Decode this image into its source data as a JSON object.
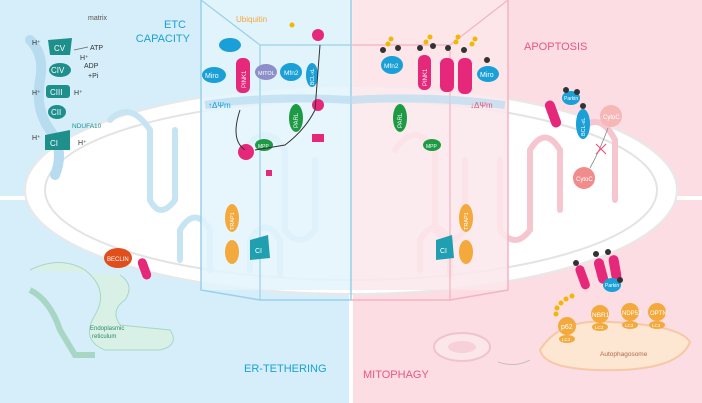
{
  "panels": {
    "etc": {
      "title_line1": "ETC",
      "title_line2": "CAPACITY",
      "color": "#1aa0d8"
    },
    "apoptosis": {
      "title": "APOPTOSIS",
      "color": "#e8577f"
    },
    "er": {
      "title": "ER-TETHERING",
      "color": "#1aa0d8"
    },
    "mitophagy": {
      "title": "MITOPHAGY",
      "color": "#e8577f"
    }
  },
  "etc_labels": {
    "matrix": "matrix",
    "atp": "ATP",
    "adp": "ADP",
    "pi": "+Pi",
    "hplus": "H⁺",
    "cv": "CV",
    "civ": "CIV",
    "ciii": "CIII",
    "cii": "CII",
    "ci": "CI",
    "ndufa10": "NDUFA10"
  },
  "center_left": {
    "ubiquitin": "Ubiquitin",
    "miro": "Miro",
    "pink1": "PINK1",
    "mitol": "MITOL",
    "mfn2": "Mfn2",
    "bclxl": "BCL-xL",
    "delta_up": "↑ΔΨm",
    "parl": "PARL",
    "mpp": "MPP",
    "trap1": "TRAP1",
    "ci": "CI"
  },
  "center_right": {
    "mfn2": "Mfn2",
    "pink1": "PINK1",
    "miro": "Miro",
    "delta_down": "↓ΔΨm",
    "parl": "PARL",
    "mpp": "MPP",
    "trap1": "TRAP1",
    "ci": "CI"
  },
  "apoptosis_labels": {
    "parkin": "Parkin",
    "bclxl": "BCL-xL",
    "cytoc_in": "CytoC",
    "cytoc_out": "CytoC"
  },
  "er_labels": {
    "beclin": "BECLIN",
    "er_line1": "Endoplasmic",
    "er_line2": "reticulum"
  },
  "mitophagy_labels": {
    "parkin": "Parkin",
    "p62": "p62",
    "nbr1": "NBR1",
    "ndp52": "NDP52",
    "optn": "OPTN",
    "lc3": "LC3",
    "autophagosome": "Autophagosome"
  },
  "colors": {
    "blue_bg": "#d6eef9",
    "pink_bg": "#fbdde3",
    "teal": "#1f8f8c",
    "blue_protein": "#1a9fd6",
    "magenta": "#e6287b",
    "green": "#1e9a45",
    "orange": "#f3a93c",
    "ubiquitin": "#f2b705",
    "cytoc": "#f08c8c"
  }
}
